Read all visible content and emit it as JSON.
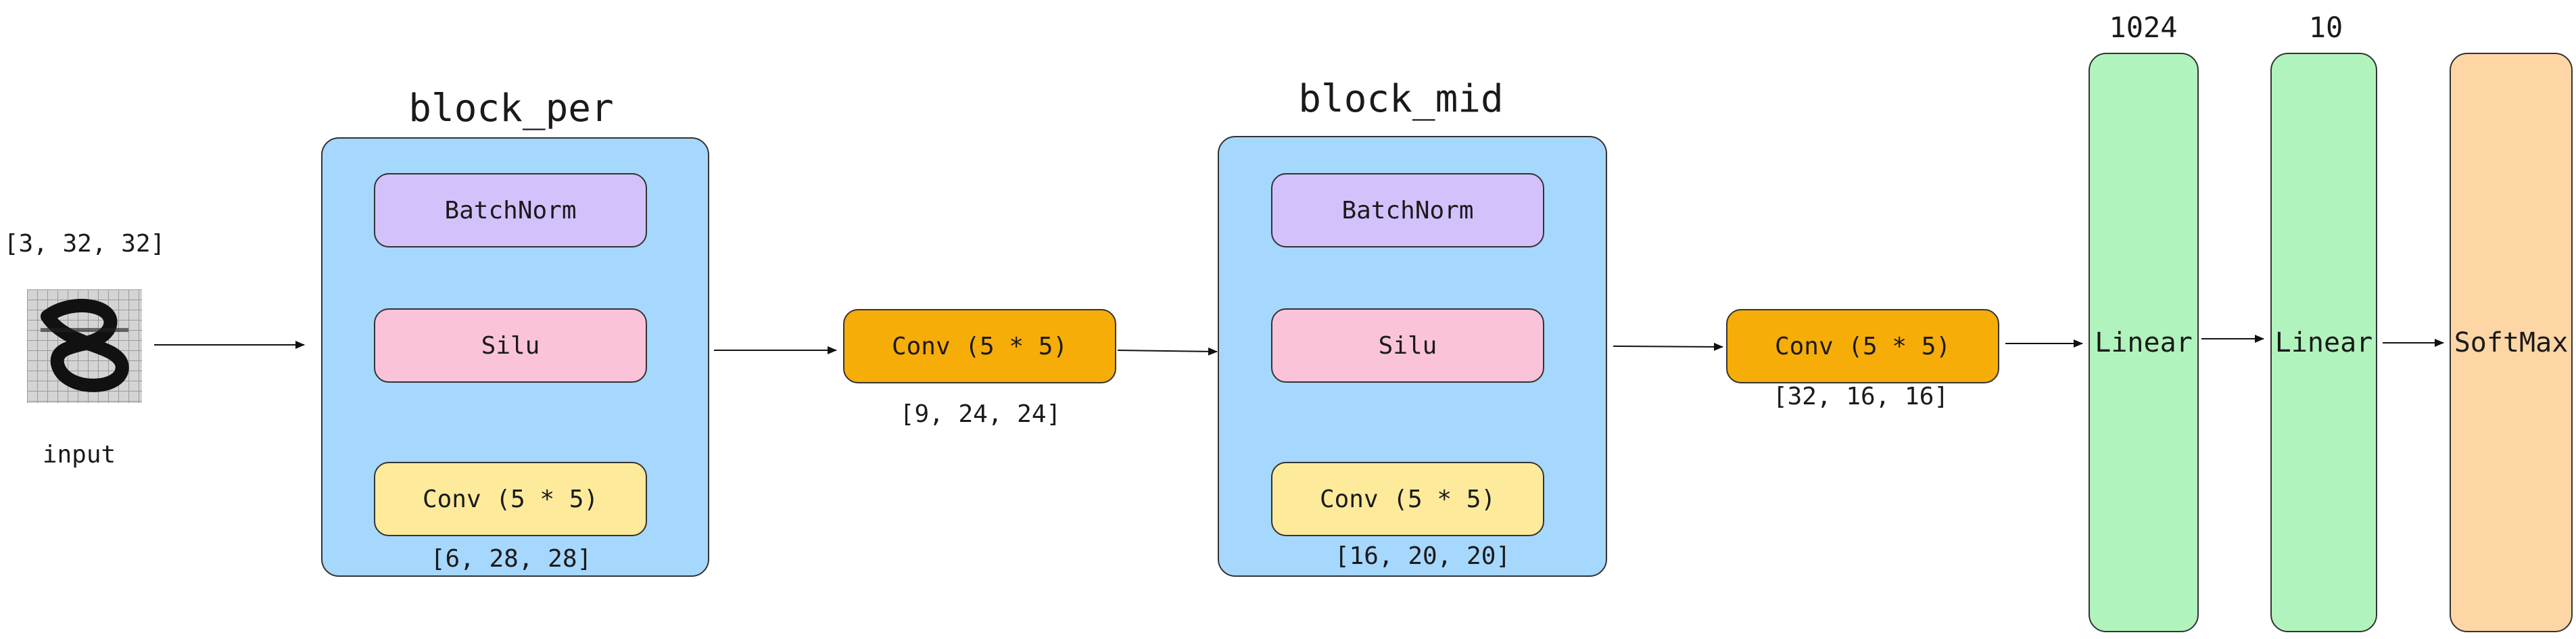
{
  "input": {
    "shape": "[3, 32, 32]",
    "label": "input",
    "glyph": "8"
  },
  "block_per": {
    "title": "block_per",
    "layers": [
      "BatchNorm",
      "Silu",
      "Conv (5 * 5)"
    ],
    "output_shape": "[6, 28, 28]"
  },
  "conv_a": {
    "label": "Conv (5 * 5)",
    "output_shape": "[9, 24, 24]"
  },
  "block_mid": {
    "title": "block_mid",
    "layers": [
      "BatchNorm",
      "Silu",
      "Conv (5 * 5)"
    ],
    "output_shape": "[16, 20, 20]"
  },
  "conv_b": {
    "label": "Conv (5 * 5)",
    "output_shape": "[32, 16, 16]"
  },
  "linear_1": {
    "label": "Linear",
    "units": "1024"
  },
  "linear_2": {
    "label": "Linear",
    "units": "10"
  },
  "softmax": {
    "label": "SoftMax"
  },
  "colors": {
    "block": "#a6d7fd",
    "batchnorm": "#d3c1fc",
    "silu": "#fbc3d9",
    "conv_inner": "#fdea9b",
    "conv_outer": "#f7ad07",
    "linear": "#b1f3bc",
    "softmax": "#fed6a5"
  }
}
